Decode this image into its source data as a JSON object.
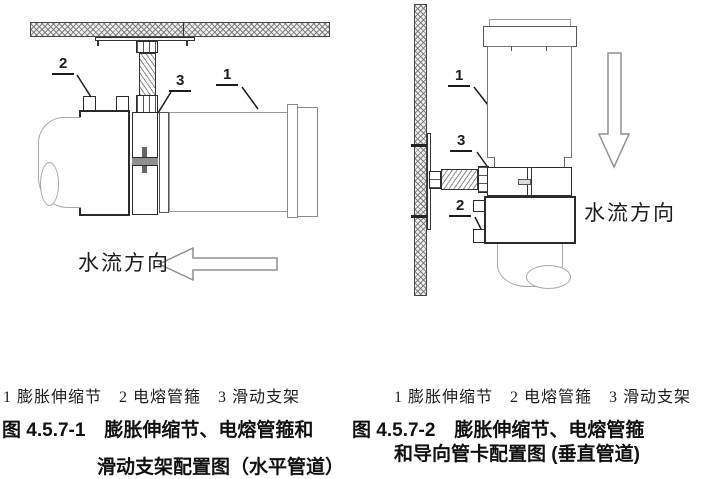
{
  "colors": {
    "line_dark": "#2b2b2b",
    "line_light": "#a8a8a8",
    "hatch_fill": "#f0f0f0",
    "slide_band_fill": "#8f8f8f",
    "arrow_stroke": "#8f8f8f"
  },
  "figure_left": {
    "labels": {
      "n1": "1",
      "n2": "2",
      "n3": "3"
    },
    "flow_text": "水流方向",
    "legend": "1 膨胀伸缩节　2 电熔管箍　3 滑动支架",
    "title_line1": "图 4.5.7-1　膨胀伸缩节、电熔管箍和",
    "title_line2": "滑动支架配置图（水平管道）"
  },
  "figure_right": {
    "labels": {
      "n1": "1",
      "n2": "2",
      "n3": "3"
    },
    "flow_text": "水流方向",
    "legend": "1 膨胀伸缩节　2 电熔管箍　3 滑动支架",
    "title_line1": "图 4.5.7-2　膨胀伸缩节、电熔管箍",
    "title_line2": "和导向管卡配置图 (垂直管道)"
  }
}
